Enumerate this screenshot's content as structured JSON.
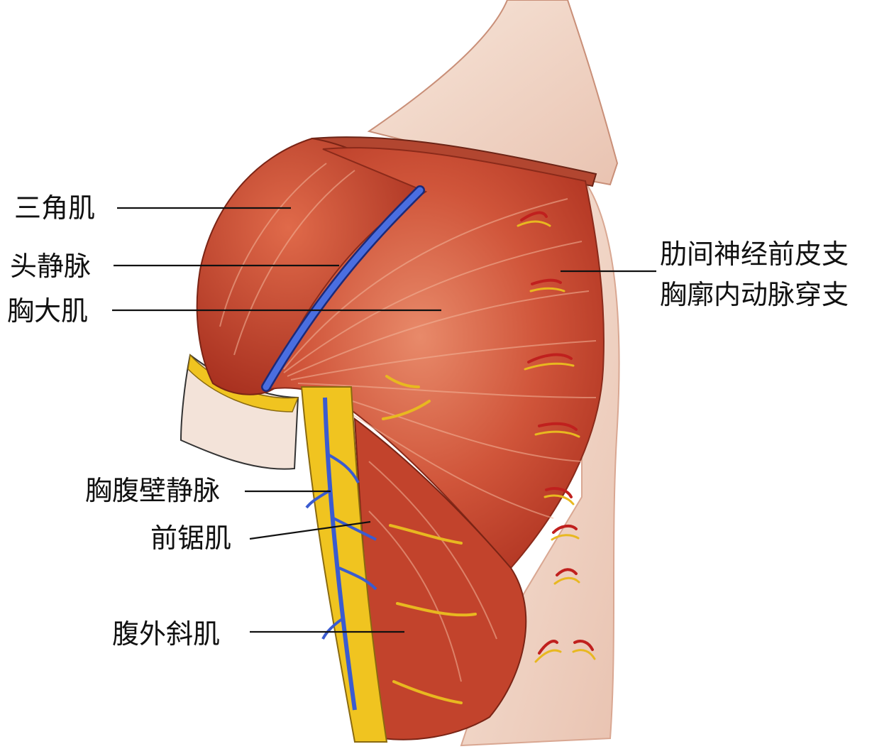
{
  "labels": {
    "deltoid": "三角肌",
    "cephalic_vein": "头静脉",
    "pectoralis_major": "胸大肌",
    "intercostal_nerve": "肋间神经前皮支",
    "internal_thoracic": "胸廓内动脉穿支",
    "thoracoepigastric_vein": "胸腹壁静脉",
    "serratus_anterior": "前锯肌",
    "external_oblique": "腹外斜肌"
  },
  "colors": {
    "muscle": "#c9432c",
    "muscle_dark": "#9c2a1c",
    "skin": "#f1d9cc",
    "vein": "#3a5bd0",
    "nerve": "#f0c420",
    "artery": "#c0201e",
    "line": "#111111"
  }
}
